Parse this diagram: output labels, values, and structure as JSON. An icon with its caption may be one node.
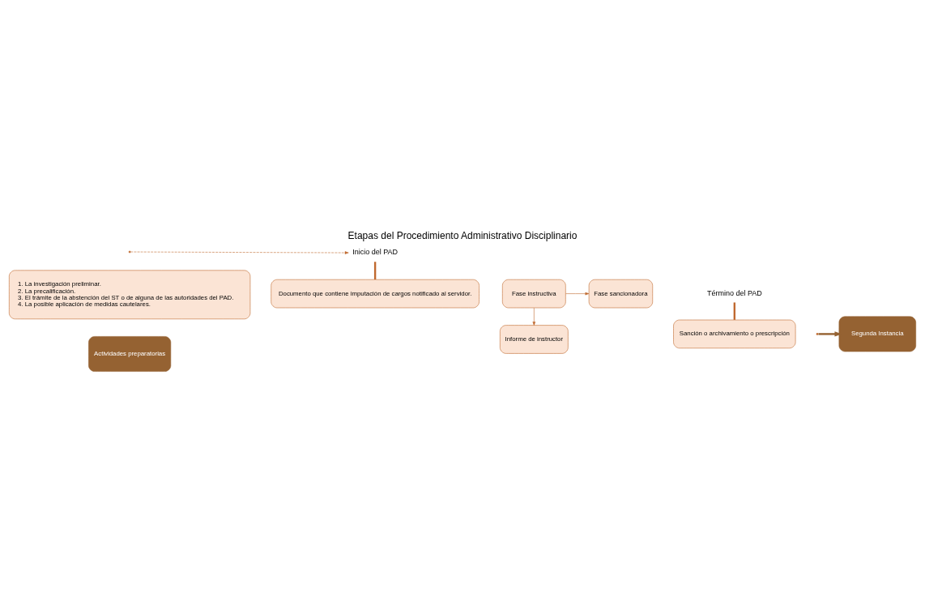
{
  "diagram": {
    "title": "Etapas del Procedimiento Administrativo Disciplinario",
    "nodes": [
      {
        "text": [
          "Actividades preparatorias"
        ]
      },
      {
        "text": [
          "1. La investigación preliminar.",
          "2. La precalificación.",
          "3. El trámite de la abstención del ST o de alguna de las autoridades del PAD.",
          "4. La posible aplicación de medidas cautelares."
        ]
      },
      {
        "text": [
          "Inicio del PAD"
        ]
      },
      {
        "text": [
          "Documento que contiene imputación de cargos notificado al servidor."
        ]
      },
      {
        "text": [
          "Fase instructiva"
        ]
      },
      {
        "text": [
          "Informe de instructor"
        ]
      },
      {
        "text": [
          "Fase sancionadora"
        ]
      },
      {
        "text": [
          "Término del PAD"
        ]
      },
      {
        "text": [
          "Sanción o archivamiento o prescripción"
        ]
      },
      {
        "text": [
          "Segunda Instancia"
        ]
      }
    ],
    "edges": [
      {
        "from": null,
        "to": 2,
        "arrow": "to",
        "style": "dashed"
      },
      {
        "from": 2,
        "to": 3,
        "arrow": "none",
        "style": "thick"
      },
      {
        "from": 4,
        "to": 6,
        "arrow": "to"
      },
      {
        "from": 4,
        "to": 5,
        "arrow": "to"
      },
      {
        "from": 7,
        "to": 8,
        "arrow": "none",
        "style": "thick"
      },
      {
        "from": null,
        "to": 9,
        "arrow": "to",
        "style": "thick",
        "color": "#956232"
      }
    ]
  }
}
